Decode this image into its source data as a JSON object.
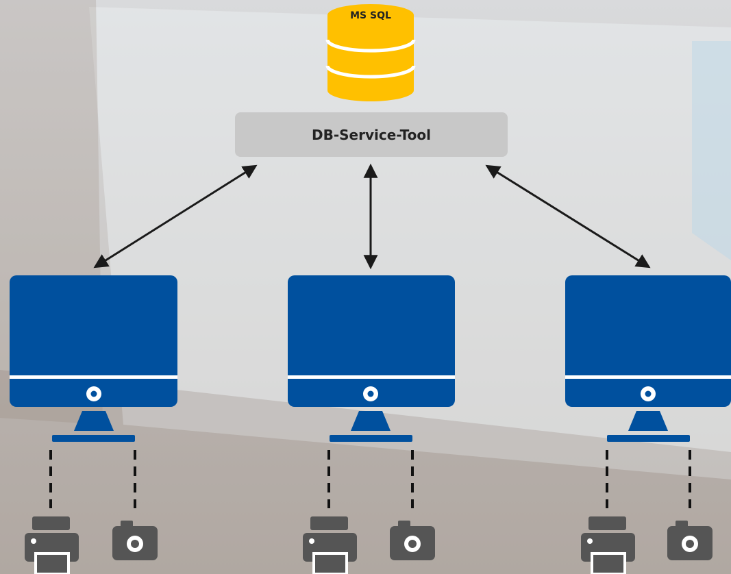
{
  "diagram": {
    "database": {
      "label": "MS SQL",
      "icon": "database-icon",
      "color": "#ffc000"
    },
    "service": {
      "label": "DB-Service-Tool",
      "color": "#c8c8c8"
    },
    "workstations": [
      {
        "icon": "monitor-icon",
        "peripherals": [
          "printer-icon",
          "camera-icon"
        ]
      },
      {
        "icon": "monitor-icon",
        "peripherals": [
          "printer-icon",
          "camera-icon"
        ]
      },
      {
        "icon": "monitor-icon",
        "peripherals": [
          "printer-icon",
          "camera-icon"
        ]
      }
    ],
    "connections": [
      {
        "from": "service",
        "to": "workstation-1",
        "style": "double-arrow"
      },
      {
        "from": "service",
        "to": "workstation-2",
        "style": "double-arrow"
      },
      {
        "from": "service",
        "to": "workstation-3",
        "style": "double-arrow"
      }
    ],
    "peripheral_link_style": "dashed",
    "colors": {
      "monitor": "#00509e",
      "peripheral": "#555555",
      "arrow": "#1a1a1a"
    }
  }
}
